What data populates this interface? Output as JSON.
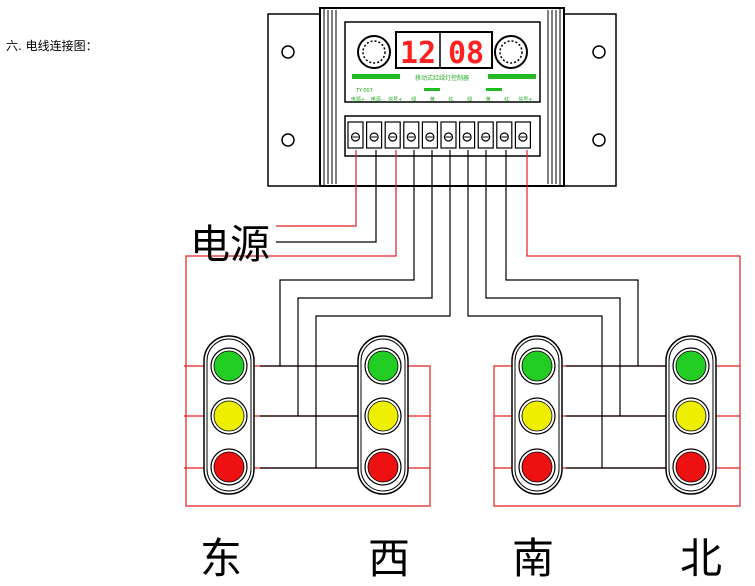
{
  "heading": "六. 电线连接图：",
  "device": {
    "display_left": "12",
    "display_right": "08",
    "title_strip": "移动式红绿灯控制器",
    "model": "TY-007",
    "terminal_labels": [
      "电源+",
      "电源-",
      "信号+",
      "绿",
      "黄",
      "红",
      "绿",
      "黄",
      "红",
      "信号+"
    ]
  },
  "labels": {
    "power": "电源",
    "east": "东",
    "west": "西",
    "south": "南",
    "north": "北"
  },
  "colors": {
    "green_light": "#22cc22",
    "yellow_light": "#eeee00",
    "red_light": "#ee1111",
    "power_wire": "#e02020",
    "signal_wire": "#000000",
    "display_red": "#ff2020",
    "strip_green": "#22bb22"
  }
}
